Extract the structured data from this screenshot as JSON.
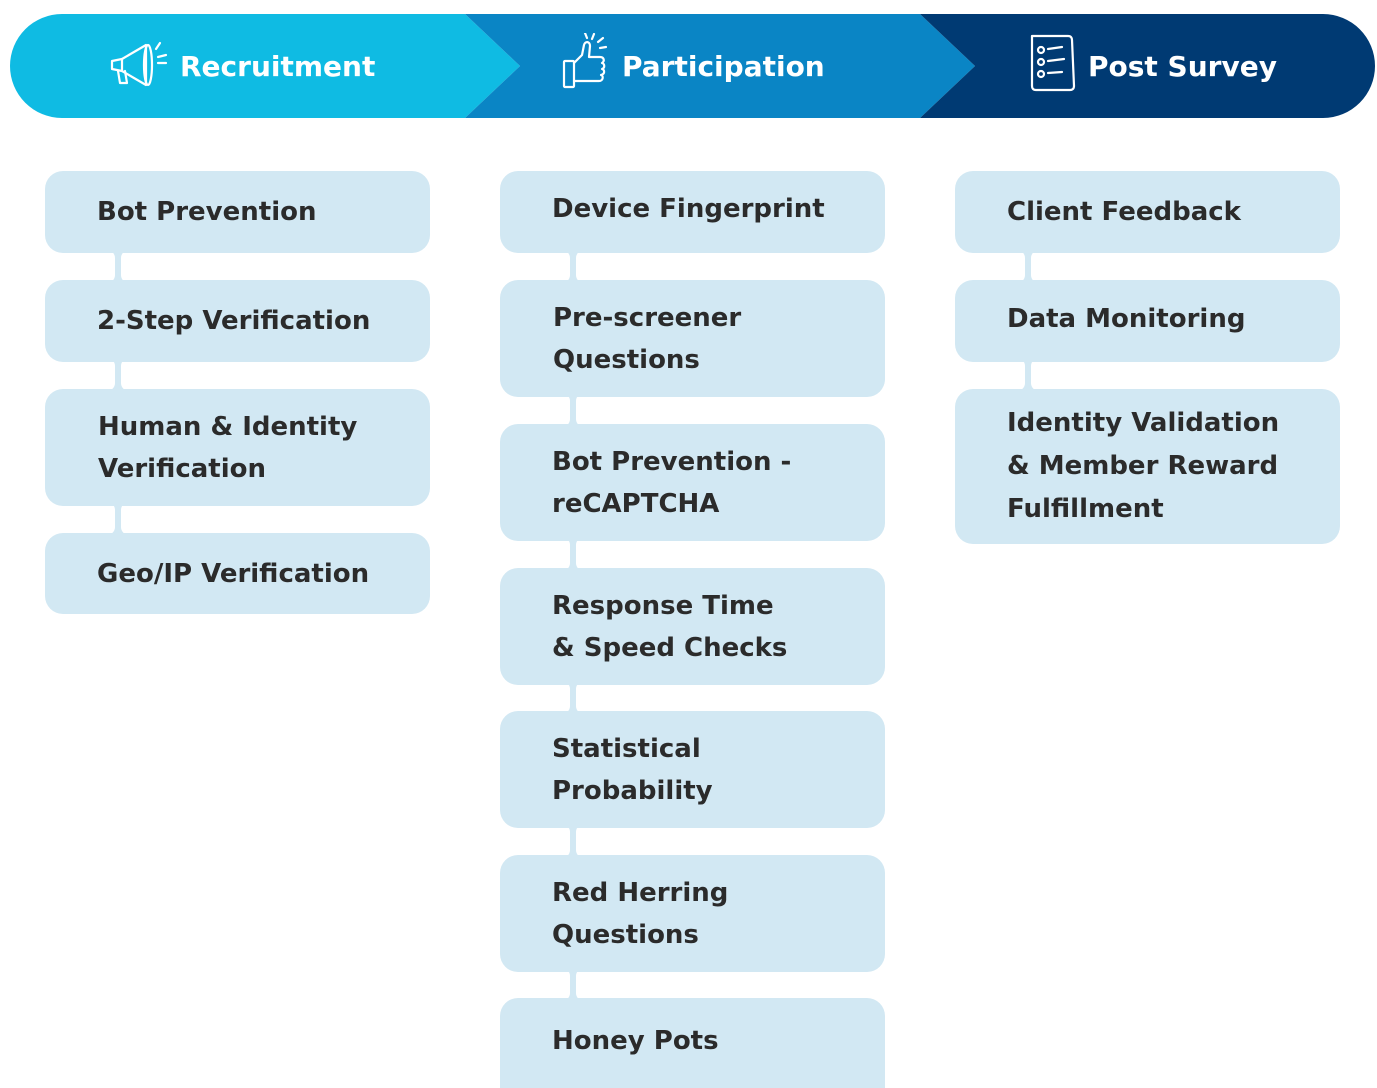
{
  "colors": {
    "stage1": "#0fbbe3",
    "stage2": "#0a85c5",
    "stage3": "#003a73",
    "card_bg": "#d2e8f3",
    "card_text": "#2b2b2b"
  },
  "stages": [
    {
      "label": "Recruitment",
      "icon": "megaphone-icon",
      "items": [
        "Bot Prevention",
        "2-Step Verification",
        "Human & Identity Verification",
        "Geo/IP Verification"
      ]
    },
    {
      "label": "Participation",
      "icon": "thumbs-up-icon",
      "items": [
        "Device Fingerprint",
        "Pre-screener Questions",
        "Bot Prevention - reCAPTCHA",
        "Response Time & Speed Checks",
        "Statistical Probability",
        "Red Herring Questions",
        "Honey Pots"
      ]
    },
    {
      "label": "Post Survey",
      "icon": "checklist-icon",
      "items": [
        "Client Feedback",
        "Data Monitoring",
        "Identity Validation & Member Reward Fulfillment"
      ]
    }
  ]
}
